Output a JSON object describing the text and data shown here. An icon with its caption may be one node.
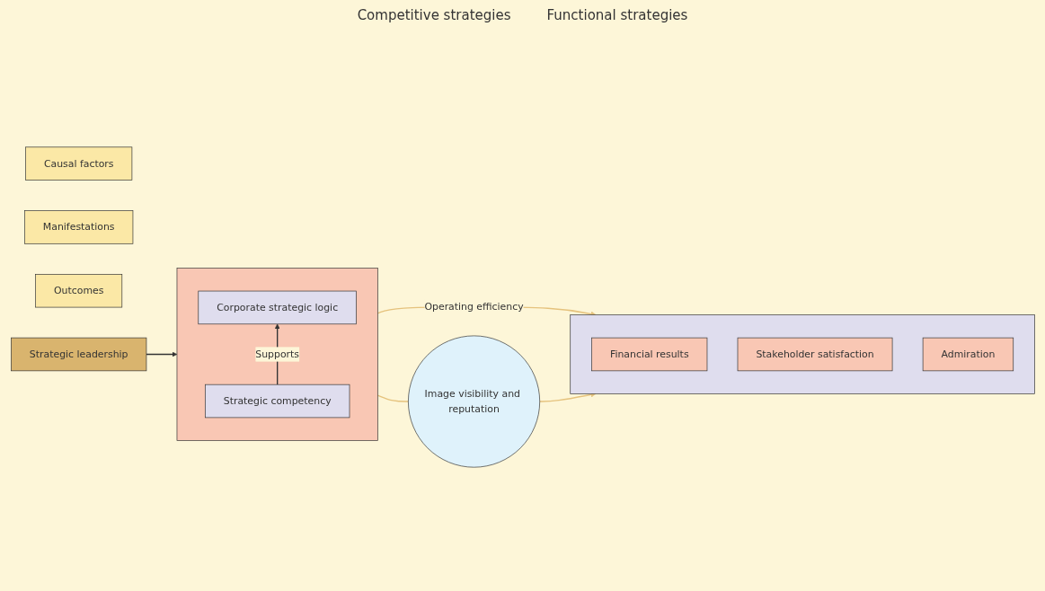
{
  "diagram": {
    "nodes": [
      {
        "text": [
          "Causal factors"
        ]
      },
      {
        "text": [
          "Manifestations"
        ]
      },
      {
        "text": [
          "Outcomes"
        ]
      },
      {
        "text": [
          "Strategic leadership"
        ]
      },
      {
        "text": [],
        "shape": "box"
      },
      {
        "text": [
          "Corporate strategic logic"
        ],
        "in": 4
      },
      {
        "text": [
          "Strategic competency"
        ],
        "in": 4
      },
      {
        "text": [],
        "shape": "box"
      },
      {
        "text": [
          "Financial results"
        ],
        "in": 7
      },
      {
        "text": [
          "Stakeholder satisfaction"
        ],
        "in": 7
      },
      {
        "text": [
          "Admiration"
        ],
        "in": 7
      },
      {
        "text": [
          "Image visibility and reputation"
        ]
      }
    ],
    "edges": [
      {
        "from": 3,
        "to": 4,
        "arrow": "to",
        "color": "#333333"
      },
      {
        "from": 6,
        "to": 5,
        "arrow": "to",
        "label": "Supports",
        "color": "#333333"
      },
      {
        "from": 4,
        "to": 7,
        "arrow": "to",
        "label": "Operating efficiency",
        "color": "#e5c27d"
      },
      {
        "from": 4,
        "to": 11,
        "arrow": "none",
        "color": "#e5c27d"
      },
      {
        "from": 11,
        "to": 7,
        "arrow": "to",
        "color": "#e5c27d"
      }
    ],
    "labels": [
      "Competitive strategies",
      "Functional strategies"
    ]
  }
}
